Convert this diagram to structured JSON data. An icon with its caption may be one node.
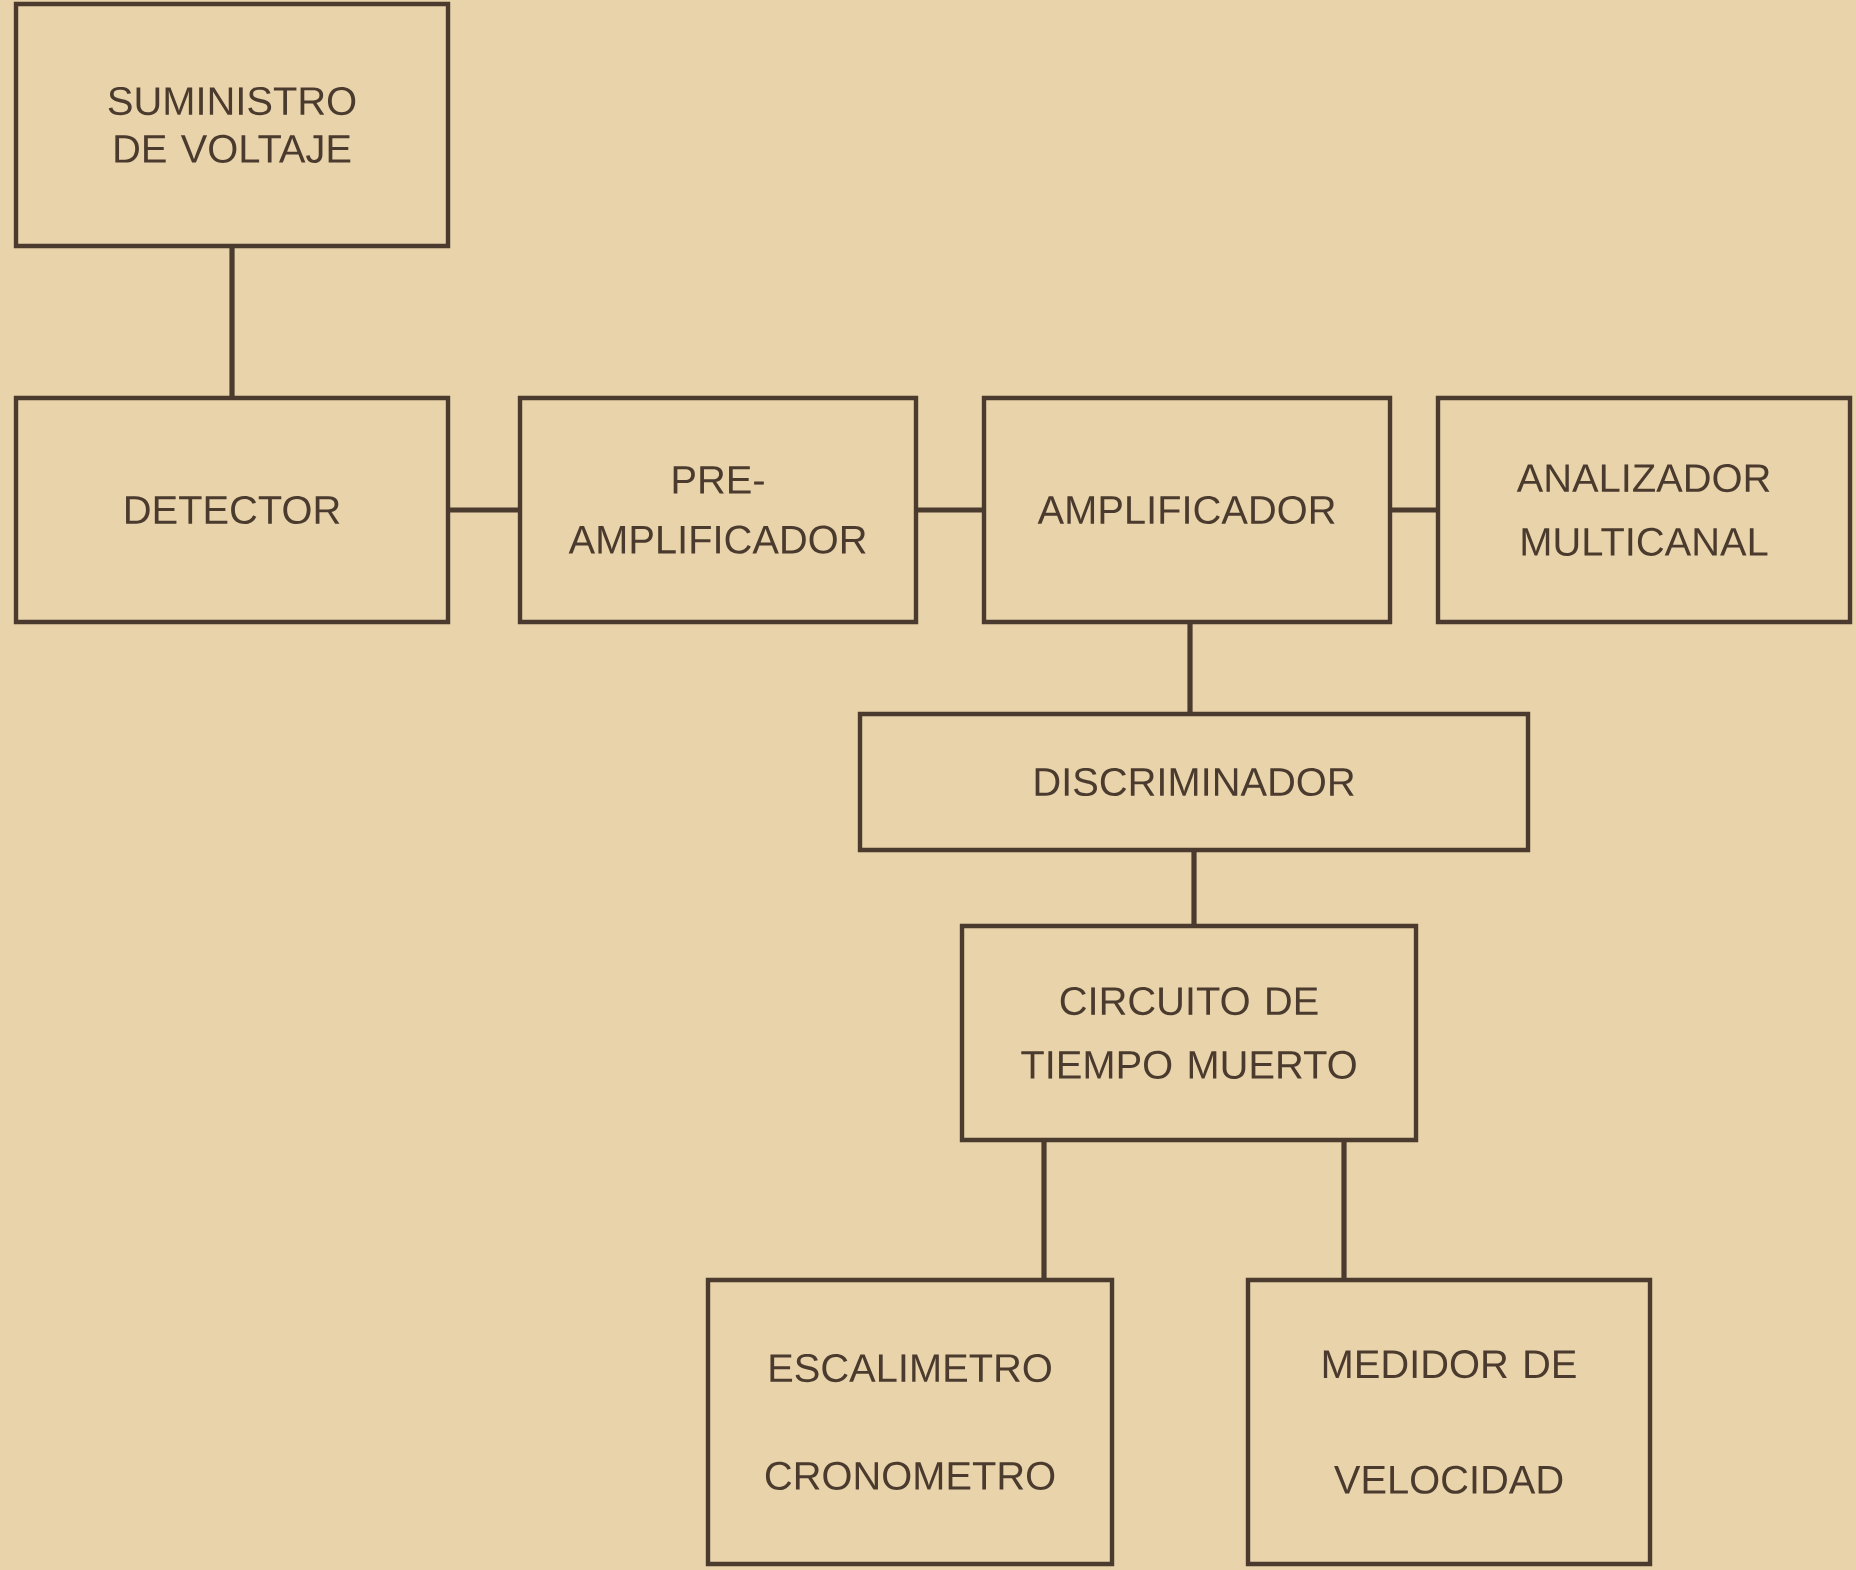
{
  "diagram": {
    "nodes": [
      {
        "text": [
          "SUMINISTRO DE VOLTAJE"
        ]
      },
      {
        "text": [
          "DETECTOR"
        ]
      },
      {
        "text": [
          "PRE- AMPLIFICADOR"
        ]
      },
      {
        "text": [
          "AMPLIFICADOR"
        ]
      },
      {
        "text": [
          "ANALIZADOR MULTICANAL"
        ]
      },
      {
        "text": [
          "DISCRIMINADOR"
        ]
      },
      {
        "text": [
          "CIRCUITO DE TIEMPO MUERTO"
        ]
      },
      {
        "text": [
          "ESCALIMETRO",
          "CRONOMETRO"
        ]
      },
      {
        "text": [
          "MEDIDOR DE VELOCIDAD"
        ]
      }
    ],
    "edges": [
      {
        "from": 0,
        "to": 1,
        "arrow": "none"
      },
      {
        "from": 1,
        "to": 2,
        "arrow": "none"
      },
      {
        "from": 2,
        "to": 3,
        "arrow": "none"
      },
      {
        "from": 3,
        "to": 4,
        "arrow": "none"
      },
      {
        "from": 3,
        "to": 5,
        "arrow": "none"
      },
      {
        "from": 5,
        "to": 6,
        "arrow": "none"
      },
      {
        "from": 6,
        "to": 7,
        "arrow": "none"
      },
      {
        "from": 6,
        "to": 8,
        "arrow": "none"
      }
    ]
  }
}
